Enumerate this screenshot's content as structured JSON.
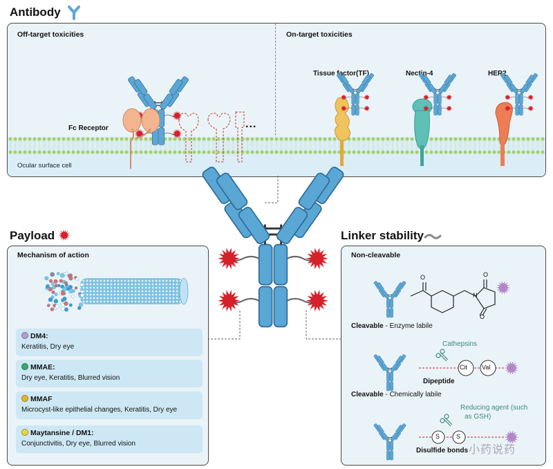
{
  "antibody": {
    "title": "Antibody",
    "off_target": {
      "heading": "Off-target toxicities",
      "fc_receptor": "Fc Receptor",
      "ellipsis": "...",
      "cell": "Ocular surface cell"
    },
    "on_target": {
      "heading": "On-target toxicities",
      "targets": [
        "Tissue factor(TF)",
        "Nectin-4",
        "HER2"
      ]
    }
  },
  "payload": {
    "title": "Payload",
    "mechanism": "Mechanism of action",
    "items": [
      {
        "name": "DM4:",
        "desc": "Keratitis, Dry eye",
        "color": "#b69bd6"
      },
      {
        "name": "MMAE:",
        "desc": "Dry eye, Keratitis, Blurred vision",
        "color": "#3aa870"
      },
      {
        "name": "MMAF",
        "desc": "Microcyst-like epithelial changes, Keratitis, Dry eye",
        "color": "#e8b420"
      },
      {
        "name": "Maytansine / DM1:",
        "desc": "Conjunctivitis, Dry eye, Blurred vision",
        "color": "#e8d640"
      }
    ]
  },
  "linker": {
    "title": "Linker stability",
    "non_cleavable": "Non-cleavable",
    "enzyme": {
      "bold": "Cleavable",
      "rest": " - Enzyme labile"
    },
    "cathepsins": "Cathepsins",
    "cit": "Cit",
    "val": "Val",
    "dipeptide": "Dipeptide",
    "chemical": {
      "bold": "Cleavable",
      "rest": " - Chemically labile"
    },
    "reducing_line1": "Reducing agent (such",
    "reducing_line2": "as GSH)",
    "s1": "S",
    "s2": "S",
    "disulfide": "Disulfide bonds",
    "atoms": {
      "o": "O",
      "n": "N"
    }
  },
  "watermark": "小药说药",
  "colors": {
    "antibody_blue": "#5aa7d6",
    "antibody_dark": "#2f6d97",
    "payload_red": "#d6202a",
    "panel_bg": "#eaf3f8",
    "card_bg": "#cde8f4",
    "fc_receptor": "#f2b58f",
    "tissue_factor": "#f0c35e",
    "nectin4": "#5fc0b8",
    "her2": "#ee7d56",
    "linker_payload": "#b286c7"
  }
}
